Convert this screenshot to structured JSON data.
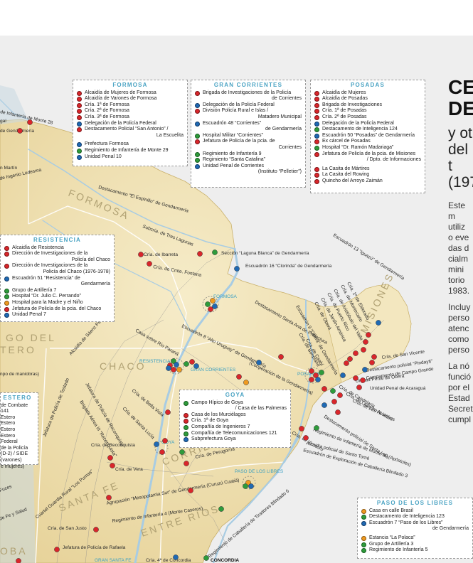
{
  "colors": {
    "red": "#d9262b",
    "blue": "#1f69b3",
    "green": "#2e9b3b",
    "orange": "#ef9a1f",
    "land": "#f0e3b8",
    "river": "#a8cce3",
    "legend_title": "#4aa3c3"
  },
  "legends": {
    "formosa": {
      "title": "FORMOSA",
      "items": [
        {
          "c": "red",
          "t": [
            "Alcaidía de Mujeres de Formosa"
          ]
        },
        {
          "c": "red",
          "t": [
            "Alcaidía de Varones de Formosa"
          ]
        },
        {
          "c": "red",
          "t": [
            "Cría. 1ª de Formosa"
          ]
        },
        {
          "c": "red",
          "t": [
            "Cría. 2ª de Formosa"
          ]
        },
        {
          "c": "red",
          "t": [
            "Cría. 3ª de Formosa"
          ]
        },
        {
          "c": "blue",
          "t": [
            "Delegación de la Policía Federal"
          ]
        },
        {
          "c": "red",
          "t": [
            "Destacamento Policial “San Antonio” /",
            "La Escuelita"
          ]
        },
        {
          "gap": true
        },
        {
          "c": "blue",
          "t": [
            "Prefectura Formosa"
          ]
        },
        {
          "c": "green",
          "t": [
            "Regimiento de Infantería de Monte 29"
          ]
        },
        {
          "c": "blue",
          "t": [
            "Unidad Penal 10"
          ]
        }
      ]
    },
    "gran_corrientes": {
      "title": "GRAN CORRIENTES",
      "items": [
        {
          "c": "red",
          "t": [
            "Brigada de Investigaciones de la Policía",
            "de Corrientes"
          ]
        },
        {
          "c": "blue",
          "t": [
            "Delegación de la Policía Federal"
          ]
        },
        {
          "c": "red",
          "t": [
            "División Policía Rural e Islas /",
            "Matadero Municipal"
          ]
        },
        {
          "c": "blue",
          "t": [
            "Escuadrón 48 “Corrientes”",
            "de Gendarmería"
          ]
        },
        {
          "c": "green",
          "t": [
            "Hospital Militar “Corrientes”"
          ]
        },
        {
          "c": "red",
          "t": [
            "Jefatura de Policía de la pcia. de",
            "Corrientes"
          ]
        },
        {
          "c": "green",
          "t": [
            "Regimiento de Infantería 9"
          ]
        },
        {
          "c": "green",
          "t": [
            "Regimiento “Santa Catalina”"
          ]
        },
        {
          "c": "blue",
          "t": [
            "Unidad Penal de Corrientes",
            "(Instituto “Pelletier”)"
          ]
        }
      ]
    },
    "posadas": {
      "title": "POSADAS",
      "items": [
        {
          "c": "red",
          "t": [
            "Alcaidía de Mujeres"
          ]
        },
        {
          "c": "red",
          "t": [
            "Alcaidía de Posadas"
          ]
        },
        {
          "c": "red",
          "t": [
            "Brigada de Investigaciones"
          ]
        },
        {
          "c": "red",
          "t": [
            "Cría. 1ª de Posadas"
          ]
        },
        {
          "c": "red",
          "t": [
            "Cría. 2ª de Posadas"
          ]
        },
        {
          "c": "blue",
          "t": [
            "Delegación de la Policía Federal"
          ]
        },
        {
          "c": "green",
          "t": [
            "Destacamento de Inteligencia 124"
          ]
        },
        {
          "c": "blue",
          "t": [
            "Escuadrón 50 “Posadas” de Gendarmería"
          ]
        },
        {
          "c": "red",
          "t": [
            "Ex cárcel de Posadas"
          ]
        },
        {
          "c": "green",
          "t": [
            "Hospital “Dr. Ramón Madariaga”"
          ]
        },
        {
          "c": "red",
          "t": [
            "Jefatura de Policía de la pcia. de Misiones",
            "/ Dpto. de Informaciones"
          ]
        },
        {
          "gap": true
        },
        {
          "c": "red",
          "t": [
            "La Casita de Mártires"
          ]
        },
        {
          "c": "red",
          "t": [
            "La Casita del Rowing"
          ]
        },
        {
          "c": "red",
          "t": [
            "Quincho del Arroyo Zaimán"
          ]
        }
      ]
    },
    "resistencia": {
      "title": "RESISTENCIA",
      "items": [
        {
          "c": "red",
          "t": [
            "Alcaidía de Resistencia"
          ]
        },
        {
          "c": "red",
          "t": [
            "Dirección de Investigaciones de la",
            "Policía del Chaco"
          ]
        },
        {
          "c": "red",
          "t": [
            "Dirección de Investigaciones de la",
            "Policía del Chaco (1976-1978)"
          ]
        },
        {
          "c": "blue",
          "t": [
            "Escuadrón 51 “Resistencia” de",
            "Gendarmería"
          ]
        },
        {
          "c": "green",
          "t": [
            "Grupo de Artillería 7"
          ]
        },
        {
          "c": "green",
          "t": [
            "Hospital “Dr. Julio C. Perrando”"
          ]
        },
        {
          "c": "orange",
          "t": [
            "Hospital para la Madre y el Niño"
          ]
        },
        {
          "c": "red",
          "t": [
            "Jefatura de Policía de la pcia. del Chaco"
          ]
        },
        {
          "c": "blue",
          "t": [
            "Unidad Penal 7"
          ]
        }
      ]
    },
    "goya": {
      "title": "GOYA",
      "items": [
        {
          "c": "green",
          "t": [
            "Campo Hípico de Goya",
            "/ Casa de las Palmeras"
          ]
        },
        {
          "c": "red",
          "t": [
            "Casa de los Murciélagos"
          ]
        },
        {
          "c": "red",
          "t": [
            "Cría. 1ª de Goya"
          ]
        },
        {
          "c": "green",
          "t": [
            "Compañía de Ingenieros 7"
          ]
        },
        {
          "c": "green",
          "t": [
            "Compañía de Telecomunicaciones 121"
          ]
        },
        {
          "c": "blue",
          "t": [
            "Subprefectura Goya"
          ]
        }
      ]
    },
    "paso_libres": {
      "title": "PASO DE LOS LIBRES",
      "items": [
        {
          "c": "orange",
          "t": [
            "Casa en calle Brasil"
          ]
        },
        {
          "c": "green",
          "t": [
            "Destacamento de Inteligencia 123"
          ]
        },
        {
          "c": "blue",
          "t": [
            "Escuadrón 7 “Paso de los Libres”",
            "de Gendarmería"
          ]
        },
        {
          "gap": true
        },
        {
          "c": "orange",
          "t": [
            "Estancia “La Polaca”"
          ]
        },
        {
          "c": "green",
          "t": [
            "Grupo de Artillería 3"
          ]
        },
        {
          "c": "green",
          "t": [
            "Regimiento de Infantería 5"
          ]
        }
      ]
    },
    "santiago_partial": {
      "title": "ESTERO",
      "items": [
        {
          "t": [
            "de Combate 141"
          ]
        },
        {
          "t": [
            "Estero"
          ]
        },
        {
          "t": [
            "Estero"
          ]
        },
        {
          "t": [
            "Estero"
          ]
        },
        {
          "t": [
            "Estero"
          ]
        },
        {
          "t": [
            "Federal"
          ]
        },
        {
          "t": [
            "de la Policía"
          ]
        },
        {
          "t": [
            "(D-2) / SIDE"
          ]
        },
        {
          "t": [
            "(varones)"
          ]
        },
        {
          "t": [
            "e mujeres)"
          ]
        }
      ]
    }
  },
  "article": {
    "title_lines": [
      "CE",
      "DE"
    ],
    "subtitle_lines": [
      "y ot",
      "del t",
      "(197"
    ],
    "para1": [
      "Este m",
      "utiliz",
      "o eve",
      "das d",
      "cialm",
      "mini",
      "torio",
      "1983."
    ],
    "para2": [
      "Incluy",
      "perso",
      "atenc",
      "como",
      "perso"
    ],
    "para3": [
      "La nó",
      "funció",
      "por el",
      "Estad",
      "Secret",
      "cumpl"
    ]
  },
  "regions": [
    "FORMOSA",
    "CHACO",
    "CORRIENTES",
    "SANTA FE",
    "ENTRE RÍOS",
    "MISIONES",
    "GO DEL",
    "TERO",
    "OBA"
  ],
  "city_labels": [
    "FORMOSA",
    "RESISTENCIA",
    "GRAN CORRIENTES",
    "POSADAS",
    "GOYA",
    "PASO DE LOS LIBRES",
    "GRAN SANTA FE",
    "CONCORDIA"
  ],
  "place_labels": [
    "de Infantería de Monte 28",
    "gal",
    "de Gendarmería",
    "n Martín",
    "de Ingenio Ledesma",
    "Destacamento “El Espinillo” de Gendarmería",
    "Subcría. de Tres Lagunas",
    "Cría. de Ibarreta",
    "Cría. de Cmte. Fontana",
    "Sección “Laguna Blanca” de Gendarmería",
    "Escuadrón 16 “Clorinda” de Gendarmería",
    "Escuadrón 13 “Iguazú” de Gendarmería",
    "Escuadrón 8 “Alto Uruguay” de Gendarmería",
    "Casa sobre Río Paraná",
    "Alcaidía de Sáenz Peña",
    "Cría. 1ª de Eldorado",
    "Cría. de Montecarlo",
    "Cría. de Aristóbulo del Valle",
    "Cría. de Puerto Rico",
    "Cría. de Jardín América",
    "Cría. de Oberá",
    "Destacamento Santa Ana de Prefectura",
    "Escuadrón 9 “Oberá” de Gendarmería",
    "Cría. de San Vicente",
    "Destacamento policial “Pindayti”",
    "Campamento de Campo Grande",
    "Unidad Penal de Acaraguá",
    "Unidad Penal de Oberá",
    "Cría. de Bonpland",
    "Cría. de Caabí",
    "Cría. de Leandro N. Alem",
    "Cría. de Los Helechos",
    "Cría. de Candelaria",
    "(Cooperación de la Gendarmería)",
    "Regimiento de Infantería de Monte 30 (Apóstoles)",
    "Destacamento policial de Santa Inés",
    "Alcaidía policial de Santo Tomé",
    "Escuadrón de Exploración de Caballería Blindado 3",
    "Cría. de Virasoro",
    "Jefatura de Policía de Tostado",
    "Brigada Aérea III “Reconquista”",
    "Jefatura de Policía de Reconquista",
    "Cría. de Bella Vista",
    "Cría. de Santa Lucía",
    "Cría. de Reconquista",
    "Cría. de Vera",
    "Cría. de Perugorría",
    "Cuartel Guardia Rural “Los Pumas”",
    "Agrupación “Mesopotamia Sur” de Gendarmería (Curuzú Cuatiá)",
    "Regimiento de Infantería 4 (Monte Caseros)",
    "Regimiento de Caballería de Tiradores Blindado 6",
    "Cría. de San Justo",
    "Jefatura de Policía de Rafaela",
    "Cría. 4ª de Concordia",
    "npo de maniobras)",
    "Fuces",
    "de Fe y Salud"
  ]
}
